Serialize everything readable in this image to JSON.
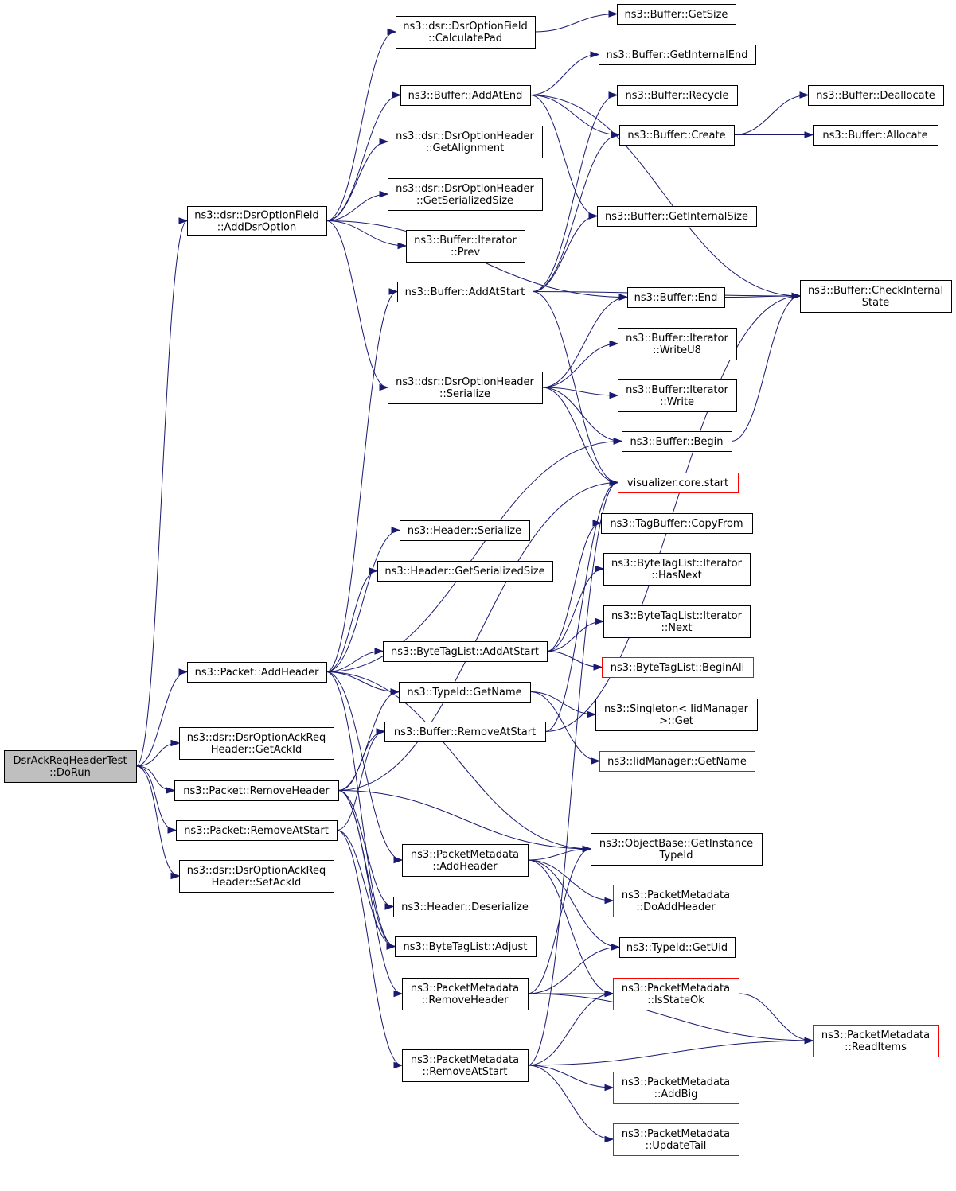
{
  "colors": {
    "edge": "#191970",
    "default_border": "#000000",
    "red_border": "#ff0000",
    "root_fill": "#bfbfbf",
    "node_fill": "#ffffff"
  },
  "nodes": [
    {
      "id": "root",
      "lines": [
        "DsrAckReqHeaderTest",
        "::DoRun"
      ],
      "style": "root"
    },
    {
      "id": "addDsrOption",
      "lines": [
        "ns3::dsr::DsrOptionField",
        "::AddDsrOption"
      ],
      "style": "default"
    },
    {
      "id": "packetAddHeader",
      "lines": [
        "ns3::Packet::AddHeader"
      ],
      "style": "default"
    },
    {
      "id": "getAckId",
      "lines": [
        "ns3::dsr::DsrOptionAckReq",
        "Header::GetAckId"
      ],
      "style": "default"
    },
    {
      "id": "packetRemoveHeader",
      "lines": [
        "ns3::Packet::RemoveHeader"
      ],
      "style": "default"
    },
    {
      "id": "packetRemoveAtStart",
      "lines": [
        "ns3::Packet::RemoveAtStart"
      ],
      "style": "default"
    },
    {
      "id": "setAckId",
      "lines": [
        "ns3::dsr::DsrOptionAckReq",
        "Header::SetAckId"
      ],
      "style": "default"
    },
    {
      "id": "calculatePad",
      "lines": [
        "ns3::dsr::DsrOptionField",
        "::CalculatePad"
      ],
      "style": "default"
    },
    {
      "id": "bufAddAtEnd",
      "lines": [
        "ns3::Buffer::AddAtEnd"
      ],
      "style": "default"
    },
    {
      "id": "getAlignment",
      "lines": [
        "ns3::dsr::DsrOptionHeader",
        "::GetAlignment"
      ],
      "style": "default"
    },
    {
      "id": "dsrGetSerializedSize",
      "lines": [
        "ns3::dsr::DsrOptionHeader",
        "::GetSerializedSize"
      ],
      "style": "default"
    },
    {
      "id": "iterPrev",
      "lines": [
        "ns3::Buffer::Iterator",
        "::Prev"
      ],
      "style": "default"
    },
    {
      "id": "bufAddAtStart",
      "lines": [
        "ns3::Buffer::AddAtStart"
      ],
      "style": "default"
    },
    {
      "id": "dsrSerialize",
      "lines": [
        "ns3::dsr::DsrOptionHeader",
        "::Serialize"
      ],
      "style": "default"
    },
    {
      "id": "hdrSerialize",
      "lines": [
        "ns3::Header::Serialize"
      ],
      "style": "default"
    },
    {
      "id": "hdrGetSerializedSize",
      "lines": [
        "ns3::Header::GetSerializedSize"
      ],
      "style": "default"
    },
    {
      "id": "btlAddAtStart",
      "lines": [
        "ns3::ByteTagList::AddAtStart"
      ],
      "style": "default"
    },
    {
      "id": "typeGetName",
      "lines": [
        "ns3::TypeId::GetName"
      ],
      "style": "default"
    },
    {
      "id": "bufRemoveAtStart",
      "lines": [
        "ns3::Buffer::RemoveAtStart"
      ],
      "style": "default"
    },
    {
      "id": "pmAddHeader",
      "lines": [
        "ns3::PacketMetadata",
        "::AddHeader"
      ],
      "style": "default"
    },
    {
      "id": "hdrDeserialize",
      "lines": [
        "ns3::Header::Deserialize"
      ],
      "style": "default"
    },
    {
      "id": "btlAdjust",
      "lines": [
        "ns3::ByteTagList::Adjust"
      ],
      "style": "default"
    },
    {
      "id": "pmRemoveHeader",
      "lines": [
        "ns3::PacketMetadata",
        "::RemoveHeader"
      ],
      "style": "default"
    },
    {
      "id": "pmRemoveAtStart",
      "lines": [
        "ns3::PacketMetadata",
        "::RemoveAtStart"
      ],
      "style": "default"
    },
    {
      "id": "bufGetSize",
      "lines": [
        "ns3::Buffer::GetSize"
      ],
      "style": "default"
    },
    {
      "id": "bufGetInternalEnd",
      "lines": [
        "ns3::Buffer::GetInternalEnd"
      ],
      "style": "default"
    },
    {
      "id": "bufRecycle",
      "lines": [
        "ns3::Buffer::Recycle"
      ],
      "style": "default"
    },
    {
      "id": "bufCreate",
      "lines": [
        "ns3::Buffer::Create"
      ],
      "style": "default"
    },
    {
      "id": "bufGetInternalSize",
      "lines": [
        "ns3::Buffer::GetInternalSize"
      ],
      "style": "default"
    },
    {
      "id": "bufEnd",
      "lines": [
        "ns3::Buffer::End"
      ],
      "style": "default"
    },
    {
      "id": "iterWriteU8",
      "lines": [
        "ns3::Buffer::Iterator",
        "::WriteU8"
      ],
      "style": "default"
    },
    {
      "id": "iterWrite",
      "lines": [
        "ns3::Buffer::Iterator",
        "::Write"
      ],
      "style": "default"
    },
    {
      "id": "bufBegin",
      "lines": [
        "ns3::Buffer::Begin"
      ],
      "style": "default"
    },
    {
      "id": "vizStart",
      "lines": [
        "visualizer.core.start"
      ],
      "style": "red"
    },
    {
      "id": "tagCopyFrom",
      "lines": [
        "ns3::TagBuffer::CopyFrom"
      ],
      "style": "default"
    },
    {
      "id": "btlIterHasNext",
      "lines": [
        "ns3::ByteTagList::Iterator",
        "::HasNext"
      ],
      "style": "default"
    },
    {
      "id": "btlIterNext",
      "lines": [
        "ns3::ByteTagList::Iterator",
        "::Next"
      ],
      "style": "default"
    },
    {
      "id": "btlBeginAll",
      "lines": [
        "ns3::ByteTagList::BeginAll"
      ],
      "style": "red"
    },
    {
      "id": "singletonGet",
      "lines": [
        "ns3::Singleton< IidManager",
        ">::Get"
      ],
      "style": "default"
    },
    {
      "id": "iidGetName",
      "lines": [
        "ns3::IidManager::GetName"
      ],
      "style": "red"
    },
    {
      "id": "getInstanceTypeId",
      "lines": [
        "ns3::ObjectBase::GetInstance",
        "TypeId"
      ],
      "style": "default"
    },
    {
      "id": "pmDoAddHeader",
      "lines": [
        "ns3::PacketMetadata",
        "::DoAddHeader"
      ],
      "style": "red"
    },
    {
      "id": "typeGetUid",
      "lines": [
        "ns3::TypeId::GetUid"
      ],
      "style": "default"
    },
    {
      "id": "pmIsStateOk",
      "lines": [
        "ns3::PacketMetadata",
        "::IsStateOk"
      ],
      "style": "red"
    },
    {
      "id": "pmAddBig",
      "lines": [
        "ns3::PacketMetadata",
        "::AddBig"
      ],
      "style": "red"
    },
    {
      "id": "pmUpdateTail",
      "lines": [
        "ns3::PacketMetadata",
        "::UpdateTail"
      ],
      "style": "red"
    },
    {
      "id": "bufDeallocate",
      "lines": [
        "ns3::Buffer::Deallocate"
      ],
      "style": "default"
    },
    {
      "id": "bufAllocate",
      "lines": [
        "ns3::Buffer::Allocate"
      ],
      "style": "default"
    },
    {
      "id": "bufCheckInternalState",
      "lines": [
        "ns3::Buffer::CheckInternal",
        "State"
      ],
      "style": "default"
    },
    {
      "id": "pmReadItems",
      "lines": [
        "ns3::PacketMetadata",
        "::ReadItems"
      ],
      "style": "red"
    }
  ],
  "edges": [
    [
      "root",
      "addDsrOption"
    ],
    [
      "root",
      "packetAddHeader"
    ],
    [
      "root",
      "getAckId"
    ],
    [
      "root",
      "packetRemoveHeader"
    ],
    [
      "root",
      "packetRemoveAtStart"
    ],
    [
      "root",
      "setAckId"
    ],
    [
      "addDsrOption",
      "calculatePad"
    ],
    [
      "addDsrOption",
      "bufAddAtEnd"
    ],
    [
      "addDsrOption",
      "getAlignment"
    ],
    [
      "addDsrOption",
      "dsrGetSerializedSize"
    ],
    [
      "addDsrOption",
      "iterPrev"
    ],
    [
      "addDsrOption",
      "dsrSerialize"
    ],
    [
      "addDsrOption",
      "bufEnd"
    ],
    [
      "calculatePad",
      "bufGetSize"
    ],
    [
      "bufAddAtEnd",
      "bufGetInternalEnd"
    ],
    [
      "bufAddAtEnd",
      "bufRecycle"
    ],
    [
      "bufAddAtEnd",
      "bufCreate"
    ],
    [
      "bufAddAtEnd",
      "bufGetInternalSize"
    ],
    [
      "bufAddAtEnd",
      "bufCheckInternalState"
    ],
    [
      "bufRecycle",
      "bufDeallocate"
    ],
    [
      "bufCreate",
      "bufDeallocate"
    ],
    [
      "bufCreate",
      "bufAllocate"
    ],
    [
      "bufAddAtStart",
      "bufRecycle"
    ],
    [
      "bufAddAtStart",
      "bufCreate"
    ],
    [
      "bufAddAtStart",
      "bufGetInternalSize"
    ],
    [
      "bufAddAtStart",
      "bufCheckInternalState"
    ],
    [
      "bufAddAtStart",
      "vizStart"
    ],
    [
      "bufEnd",
      "bufCheckInternalState"
    ],
    [
      "bufBegin",
      "bufCheckInternalState"
    ],
    [
      "dsrSerialize",
      "bufEnd"
    ],
    [
      "dsrSerialize",
      "iterWriteU8"
    ],
    [
      "dsrSerialize",
      "iterWrite"
    ],
    [
      "dsrSerialize",
      "bufBegin"
    ],
    [
      "dsrSerialize",
      "vizStart"
    ],
    [
      "packetAddHeader",
      "bufAddAtStart"
    ],
    [
      "packetAddHeader",
      "hdrSerialize"
    ],
    [
      "packetAddHeader",
      "hdrGetSerializedSize"
    ],
    [
      "packetAddHeader",
      "btlAddAtStart"
    ],
    [
      "packetAddHeader",
      "typeGetName"
    ],
    [
      "packetAddHeader",
      "bufBegin"
    ],
    [
      "packetAddHeader",
      "pmAddHeader"
    ],
    [
      "packetAddHeader",
      "getInstanceTypeId"
    ],
    [
      "packetAddHeader",
      "btlAdjust"
    ],
    [
      "btlAddAtStart",
      "tagCopyFrom"
    ],
    [
      "btlAddAtStart",
      "btlIterHasNext"
    ],
    [
      "btlAddAtStart",
      "btlIterNext"
    ],
    [
      "btlAddAtStart",
      "btlBeginAll"
    ],
    [
      "typeGetName",
      "singletonGet"
    ],
    [
      "typeGetName",
      "iidGetName"
    ],
    [
      "bufRemoveAtStart",
      "bufCheckInternalState"
    ],
    [
      "bufRemoveAtStart",
      "vizStart"
    ],
    [
      "packetRemoveHeader",
      "typeGetName"
    ],
    [
      "packetRemoveHeader",
      "bufRemoveAtStart"
    ],
    [
      "packetRemoveHeader",
      "getInstanceTypeId"
    ],
    [
      "packetRemoveHeader",
      "hdrDeserialize"
    ],
    [
      "packetRemoveHeader",
      "btlAdjust"
    ],
    [
      "packetRemoveHeader",
      "pmRemoveHeader"
    ],
    [
      "packetRemoveHeader",
      "vizStart"
    ],
    [
      "packetRemoveAtStart",
      "bufRemoveAtStart"
    ],
    [
      "packetRemoveAtStart",
      "btlAdjust"
    ],
    [
      "packetRemoveAtStart",
      "pmRemoveAtStart"
    ],
    [
      "pmAddHeader",
      "getInstanceTypeId"
    ],
    [
      "pmAddHeader",
      "pmDoAddHeader"
    ],
    [
      "pmAddHeader",
      "typeGetUid"
    ],
    [
      "pmAddHeader",
      "pmIsStateOk"
    ],
    [
      "pmRemoveHeader",
      "getInstanceTypeId"
    ],
    [
      "pmRemoveHeader",
      "typeGetUid"
    ],
    [
      "pmRemoveHeader",
      "pmIsStateOk"
    ],
    [
      "pmRemoveHeader",
      "pmReadItems"
    ],
    [
      "pmRemoveAtStart",
      "pmIsStateOk"
    ],
    [
      "pmRemoveAtStart",
      "pmAddBig"
    ],
    [
      "pmRemoveAtStart",
      "pmUpdateTail"
    ],
    [
      "pmRemoveAtStart",
      "pmReadItems"
    ],
    [
      "pmRemoveAtStart",
      "vizStart"
    ],
    [
      "pmIsStateOk",
      "pmReadItems"
    ]
  ]
}
